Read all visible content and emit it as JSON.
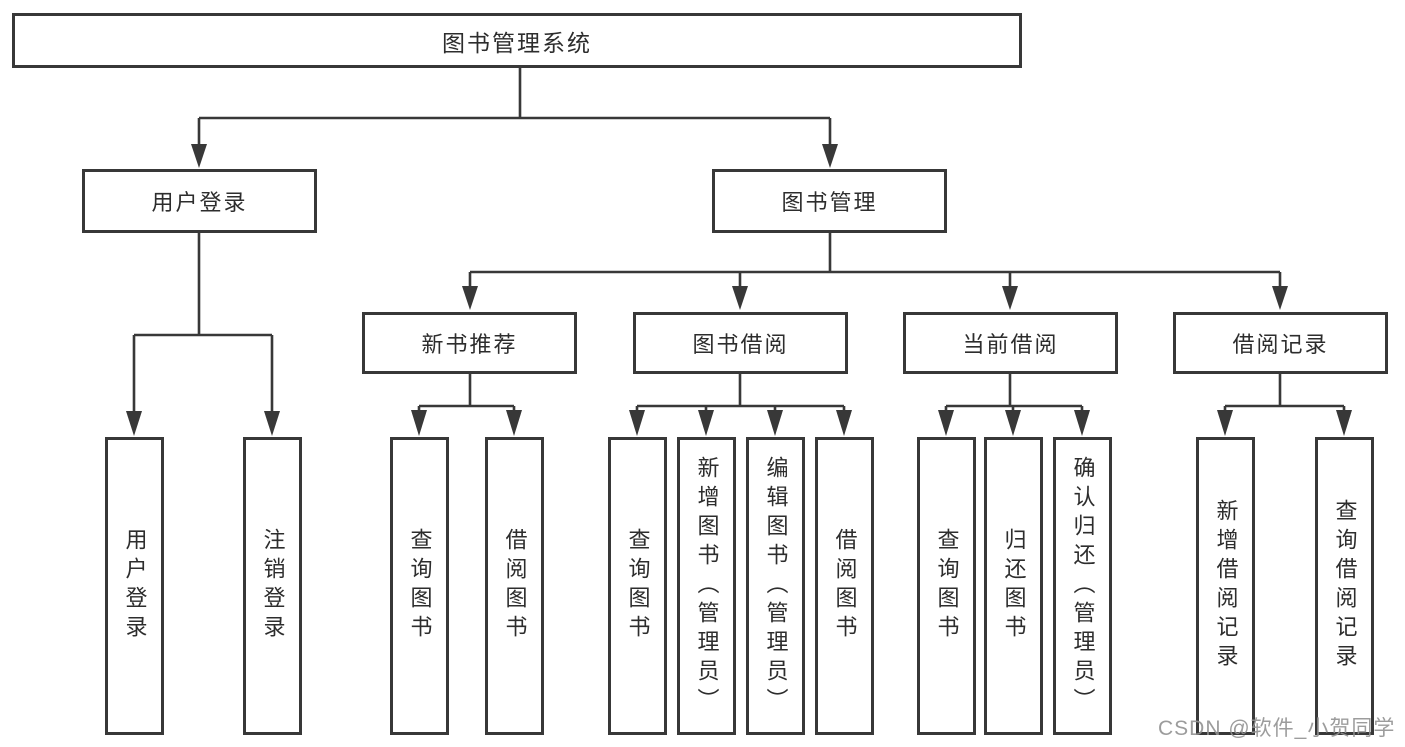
{
  "diagram": {
    "root": {
      "label": "图书管理系统"
    },
    "branches": [
      {
        "label": "用户登录",
        "leaves": [
          "用户登录",
          "注销登录"
        ]
      },
      {
        "label": "图书管理",
        "groups": [
          {
            "label": "新书推荐",
            "leaves": [
              "查询图书",
              "借阅图书"
            ]
          },
          {
            "label": "图书借阅",
            "leaves": [
              "查询图书",
              "新增图书（管理员）",
              "编辑图书（管理员）",
              "借阅图书"
            ]
          },
          {
            "label": "当前借阅",
            "leaves": [
              "查询图书",
              "归还图书",
              "确认归还（管理员）"
            ]
          },
          {
            "label": "借阅记录",
            "leaves": [
              "新增借阅记录",
              "查询借阅记录"
            ]
          }
        ]
      }
    ]
  },
  "watermark": {
    "text": "CSDN @软件_小贺同学"
  },
  "colors": {
    "line": "#383838",
    "text": "#2d2d2d",
    "background": "#ffffff",
    "watermark": "#919191"
  }
}
